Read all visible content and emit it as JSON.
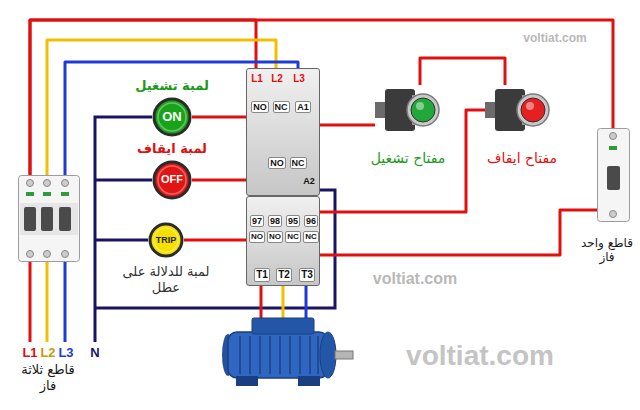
{
  "diagram": {
    "nodes": [
      {
        "text": [
          "قاطع ثلاثة فاز"
        ]
      },
      {
        "text": [
          "لمبة تشغيل",
          "ON"
        ]
      },
      {
        "text": [
          "لمبة ايقاف",
          "OFF"
        ]
      },
      {
        "text": [
          "TRIP",
          "لمبة للدلالة على عطل"
        ]
      },
      {
        "text": [
          "L1",
          "L2",
          "L3",
          "NO",
          "NC",
          "A1",
          "NO",
          "NC",
          "A2"
        ]
      },
      {
        "text": [
          "97",
          "98",
          "95",
          "96",
          "NO",
          "NO",
          "NC",
          "NC",
          "T1",
          "T2",
          "T3"
        ]
      },
      {
        "text": [
          "مفتاح تشغيل"
        ]
      },
      {
        "text": [
          "مفتاح ايقاف"
        ]
      },
      {
        "text": [
          "قاطع واحد فاز"
        ]
      }
    ],
    "edges": [
      {
        "from": 0,
        "to": 4,
        "arrow": "none"
      },
      {
        "from": 0,
        "to": 4,
        "arrow": "none"
      },
      {
        "from": 0,
        "to": 4,
        "arrow": "none"
      },
      {
        "from": 0,
        "to": 8,
        "arrow": "none"
      },
      {
        "from": 8,
        "to": 5,
        "arrow": "none"
      },
      {
        "from": 5,
        "to": 7,
        "arrow": "none"
      },
      {
        "from": 7,
        "to": 6,
        "arrow": "none"
      },
      {
        "from": 6,
        "to": 4,
        "arrow": "none"
      },
      {
        "from": 4,
        "to": 1,
        "arrow": "none"
      },
      {
        "from": 4,
        "to": 2,
        "arrow": "none"
      },
      {
        "from": 5,
        "to": 3,
        "arrow": "none"
      }
    ],
    "labels": [
      "L1",
      "L2",
      "L3",
      "N",
      "voltiat.com",
      "voltiat.com",
      "voltiat.com"
    ]
  }
}
